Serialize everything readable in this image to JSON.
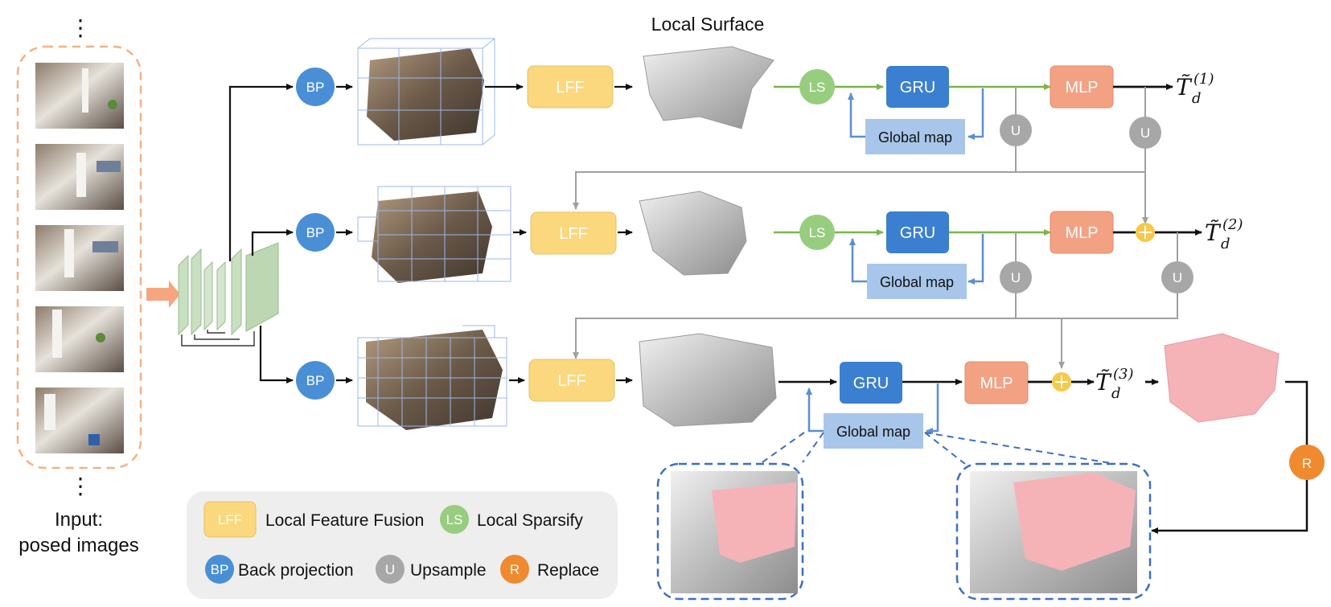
{
  "title": "Local Surface",
  "input": {
    "line1": "Input:",
    "line2": "posed images",
    "ellipsis_top": "⋮",
    "ellipsis_bottom": "⋮"
  },
  "nodes": {
    "bp": "BP",
    "lff": "LFF",
    "ls": "LS",
    "gru": "GRU",
    "mlp": "MLP",
    "upsample": "U",
    "replace": "R",
    "global_map": "Global map"
  },
  "outputs": {
    "t1": {
      "base": "T̃",
      "sub": "d",
      "sup": "(1)"
    },
    "t2": {
      "base": "T̃",
      "sub": "d",
      "sup": "(2)"
    },
    "t3": {
      "base": "T̃",
      "sub": "d",
      "sup": "(3)"
    }
  },
  "legend": {
    "lff_key": "LFF",
    "lff_desc": "Local Feature Fusion",
    "ls_key": "LS",
    "ls_desc": "Local Sparsify",
    "bp_key": "BP",
    "bp_desc": "Back projection",
    "u_key": "U",
    "u_desc": "Upsample",
    "r_key": "R",
    "r_desc": "Replace"
  },
  "colors": {
    "bp": "#4a8fd6",
    "lff": "#fbd77e",
    "ls": "#97cd7f",
    "gru": "#3b7fd0",
    "mlp": "#f3a183",
    "upsample": "#a7a7a7",
    "replace": "#ef8a2e",
    "global_map": "#a7c6ea",
    "green_line": "#7ab648",
    "blue_line": "#5b8ed3",
    "add": "#f7c84a",
    "input_border": "#f4b183",
    "mesh_pink": "#f5b3b8"
  }
}
